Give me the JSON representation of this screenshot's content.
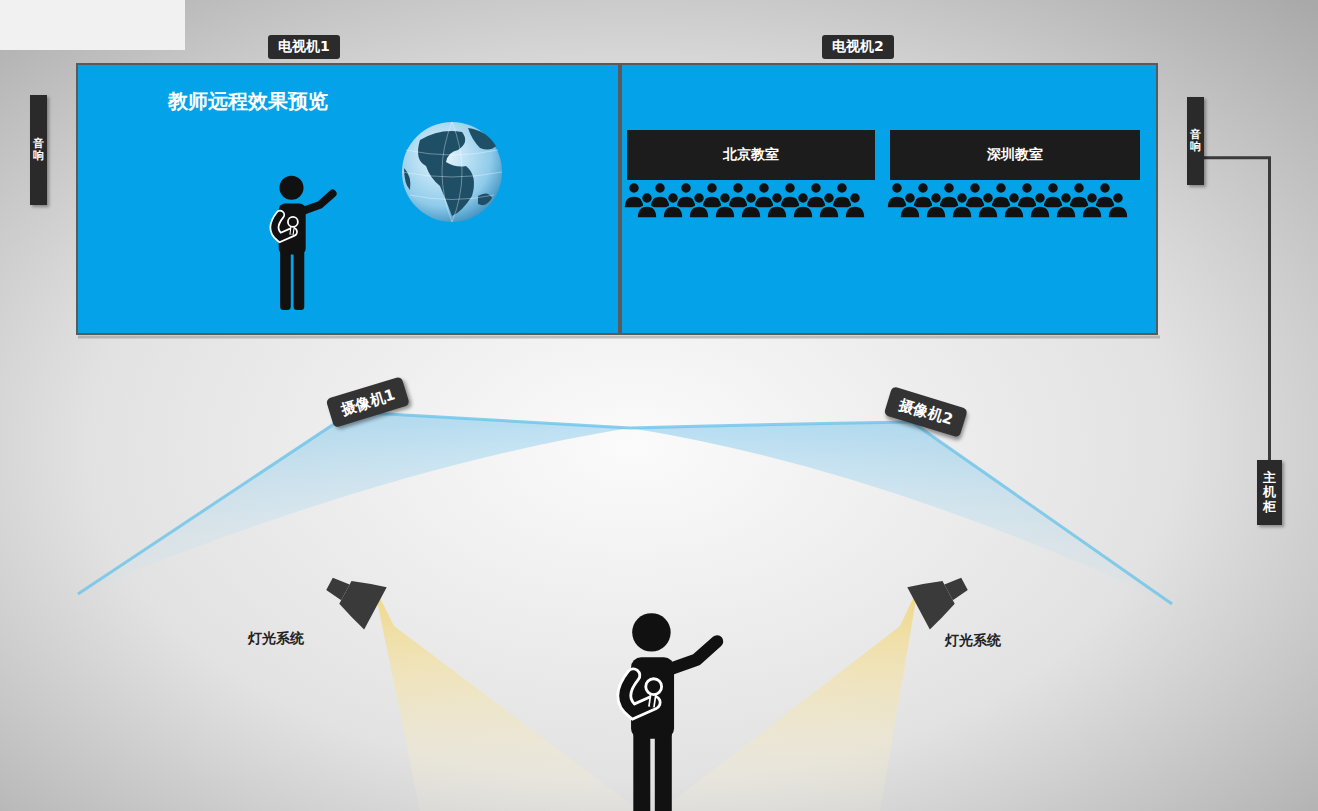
{
  "diagram": {
    "nodes": [
      {
        "text": [
          "电视机1",
          "教师远程效果预览"
        ]
      },
      {
        "text": [
          "电视机2"
        ]
      },
      {
        "text": [
          "北京教室"
        ],
        "in": 1
      },
      {
        "text": [
          "深圳教室"
        ],
        "in": 1
      },
      {
        "text": [
          "音响"
        ]
      },
      {
        "text": [
          "音响"
        ]
      },
      {
        "text": [
          "主机柜"
        ]
      },
      {
        "text": [
          "摄像机1"
        ]
      },
      {
        "text": [
          "摄像机2"
        ]
      }
    ],
    "edges": [
      {
        "from": 5,
        "to": 6,
        "arrow": "none"
      }
    ],
    "labels": [
      "灯光系统",
      "灯光系统"
    ]
  }
}
